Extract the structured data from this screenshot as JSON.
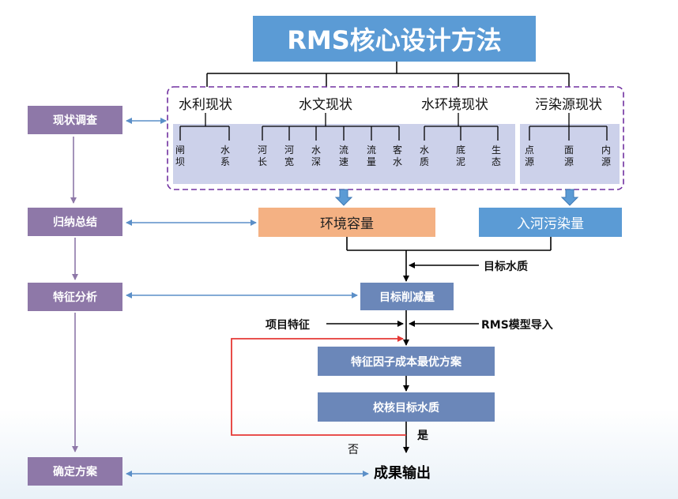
{
  "title": "RMS核心设计方法",
  "left_steps": [
    "现状调查",
    "归纳总结",
    "特征分析",
    "确定方案"
  ],
  "survey": {
    "groups": [
      {
        "label": "水利现状",
        "items": [
          "闸坝",
          "水系"
        ]
      },
      {
        "label": "水文现状",
        "items": [
          "河长",
          "河宽",
          "水深",
          "流速",
          "流量",
          "客水"
        ]
      },
      {
        "label": "水环境现状",
        "items": [
          "水质",
          "底泥",
          "生态"
        ]
      },
      {
        "label": "污染源现状",
        "items": [
          "点源",
          "面源",
          "内源"
        ]
      }
    ]
  },
  "nodes": {
    "env_capacity": "环境容量",
    "inflow_load": "入河污染量",
    "target_quality": "目标水质",
    "target_reduction": "目标削减量",
    "project_features": "项目特征",
    "rms_model": "RMS模型导入",
    "optimal_plan": "特征因子成本最优方案",
    "check_quality": "校核目标水质",
    "yes": "是",
    "no": "否",
    "output": "成果输出"
  },
  "colors": {
    "title": "#5b9bd5",
    "left_steps": "#8e78a8",
    "band": "#ccd1ea",
    "env_capacity": "#f4b183",
    "inflow_load": "#5b9bd5",
    "process": "#6b87b9",
    "feedback": "#e53935",
    "connector": "#5b8fc8"
  }
}
